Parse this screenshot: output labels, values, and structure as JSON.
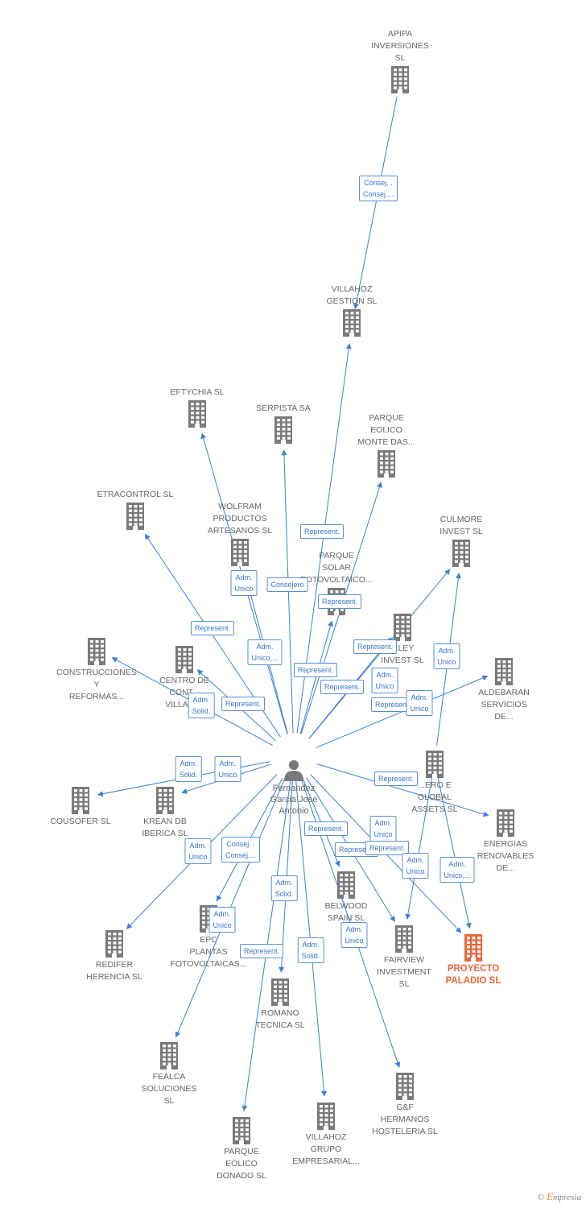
{
  "colors": {
    "edge": "#3d7fd9",
    "building": "#7a7a7a",
    "focus": "#e8673a",
    "label": "#666666"
  },
  "icons": {
    "company": "building-icon",
    "person": "person-icon"
  },
  "center": {
    "id": "person",
    "label": "Fernandez\nGarcia Jose\nAntonio"
  },
  "nodes": [
    {
      "id": "apipa",
      "label": "APIPA\nINVERSIONES\nSL"
    },
    {
      "id": "villahoz_gestion",
      "label": "VILLAHOZ\nGESTION  SL"
    },
    {
      "id": "eftychia",
      "label": "EFTYCHIA  SL"
    },
    {
      "id": "serpista",
      "label": "SERPISTA SA"
    },
    {
      "id": "parque_eolico_monte",
      "label": "PARQUE\nEOLICO\nMONTE DAS..."
    },
    {
      "id": "etracontrol",
      "label": "ETRACONTROL SL"
    },
    {
      "id": "wolfram",
      "label": "WOLFRAM\nPRODUCTOS\nARTESANOS  SL"
    },
    {
      "id": "culmore",
      "label": "CULMORE\nINVEST  SL"
    },
    {
      "id": "parque_solar",
      "label": "PARQUE\nSOLAR\nFOTOVOLTAICO..."
    },
    {
      "id": "ley_invest",
      "label": "...LEY\nINVEST  SL"
    },
    {
      "id": "construcciones",
      "label": "CONSTRUCCIONES\nY\nREFORMAS..."
    },
    {
      "id": "centro",
      "label": "CENTRO DE\nCONT...\nVILLADI..."
    },
    {
      "id": "aldebaran",
      "label": "ALDEBARAN\nSERVICIOS\nDE..."
    },
    {
      "id": "ero_global",
      "label": "...ERO E\nGLOBAL\nASSETS  SL"
    },
    {
      "id": "cousofer",
      "label": "COUSOFER SL"
    },
    {
      "id": "krean",
      "label": "KREAN DB\nIBERICA  SL"
    },
    {
      "id": "energias",
      "label": "ENERGIAS\nRENOVABLES\nDE..."
    },
    {
      "id": "belwood",
      "label": "BELWOOD\nSPAIN SL"
    },
    {
      "id": "epc",
      "label": "EPC\nPLANTAS\nFOTOVOLTAICAS..."
    },
    {
      "id": "redifer",
      "label": "REDIFER\nHERENCIA  SL"
    },
    {
      "id": "fairview",
      "label": "FAIRVIEW\nINVESTMENT\nSL"
    },
    {
      "id": "proyecto_paladio",
      "label": "PROYECTO\nPALADIO  SL",
      "focus": true
    },
    {
      "id": "romano",
      "label": "ROMANO\nTECNICA  SL"
    },
    {
      "id": "fealca",
      "label": "FEALCA\nSOLUCIONES\nSL"
    },
    {
      "id": "gf_hermanos",
      "label": "G&F\nHERMANOS\nHOSTELERIA SL"
    },
    {
      "id": "villahoz_grupo",
      "label": "VILLAHOZ\nGRUPO\nEMPRESARIAL..."
    },
    {
      "id": "parque_eolico_donado",
      "label": "PARQUE\nEOLICO\nDONADO SL"
    }
  ],
  "edges": [
    {
      "from": "apipa",
      "to": "villahoz_gestion"
    },
    {
      "from": "person",
      "to": "villahoz_gestion"
    },
    {
      "from": "person",
      "to": "eftychia"
    },
    {
      "from": "person",
      "to": "serpista"
    },
    {
      "from": "person",
      "to": "parque_eolico_monte"
    },
    {
      "from": "person",
      "to": "etracontrol"
    },
    {
      "from": "person",
      "to": "wolfram"
    },
    {
      "from": "person",
      "to": "culmore"
    },
    {
      "from": "person",
      "to": "parque_solar"
    },
    {
      "from": "person",
      "to": "ley_invest"
    },
    {
      "from": "person",
      "to": "construcciones"
    },
    {
      "from": "person",
      "to": "centro"
    },
    {
      "from": "person",
      "to": "aldebaran"
    },
    {
      "from": "person",
      "to": "cousofer"
    },
    {
      "from": "person",
      "to": "krean"
    },
    {
      "from": "person",
      "to": "energias"
    },
    {
      "from": "person",
      "to": "belwood"
    },
    {
      "from": "person",
      "to": "epc"
    },
    {
      "from": "person",
      "to": "redifer"
    },
    {
      "from": "person",
      "to": "fairview"
    },
    {
      "from": "person",
      "to": "proyecto_paladio"
    },
    {
      "from": "person",
      "to": "romano"
    },
    {
      "from": "person",
      "to": "fealca"
    },
    {
      "from": "person",
      "to": "gf_hermanos"
    },
    {
      "from": "person",
      "to": "villahoz_grupo"
    },
    {
      "from": "person",
      "to": "parque_eolico_donado"
    },
    {
      "from": "ero_global",
      "to": "fairview"
    },
    {
      "from": "ero_global",
      "to": "proyecto_paladio"
    },
    {
      "from": "ero_global",
      "to": "culmore"
    }
  ],
  "relations": [
    "Consej. .\nConsej....",
    "Represent.",
    "Consejero",
    "Represent.",
    "Adm.\nUnico",
    "Represent.",
    "Adm.\nUnico,...",
    "Represent.",
    "Represent.",
    "Adm.\nUnico",
    "Represent.",
    "Adm.\nUnico",
    "Adm.\nSolid.",
    "Represent.",
    "Represent.",
    "Adm.\nUnico",
    "Adm.\nSolid.",
    "Adm.\nUnico",
    "Represent.",
    "Adm.\nUnico",
    "Consej. .\nConsej....",
    "Adm.\nUnico",
    "Represent.",
    "Represent.",
    "Represent.",
    "Adm.\nUnico",
    "Adm.\nUnico,...",
    "Adm.\nSolid.",
    "Adm.\nUnico",
    "Represent.",
    "Adm.\nSolid.",
    "Adm.\nUnico"
  ],
  "footer": {
    "copyright": "©",
    "brand_initial": "E",
    "brand_rest": "mpresia"
  }
}
